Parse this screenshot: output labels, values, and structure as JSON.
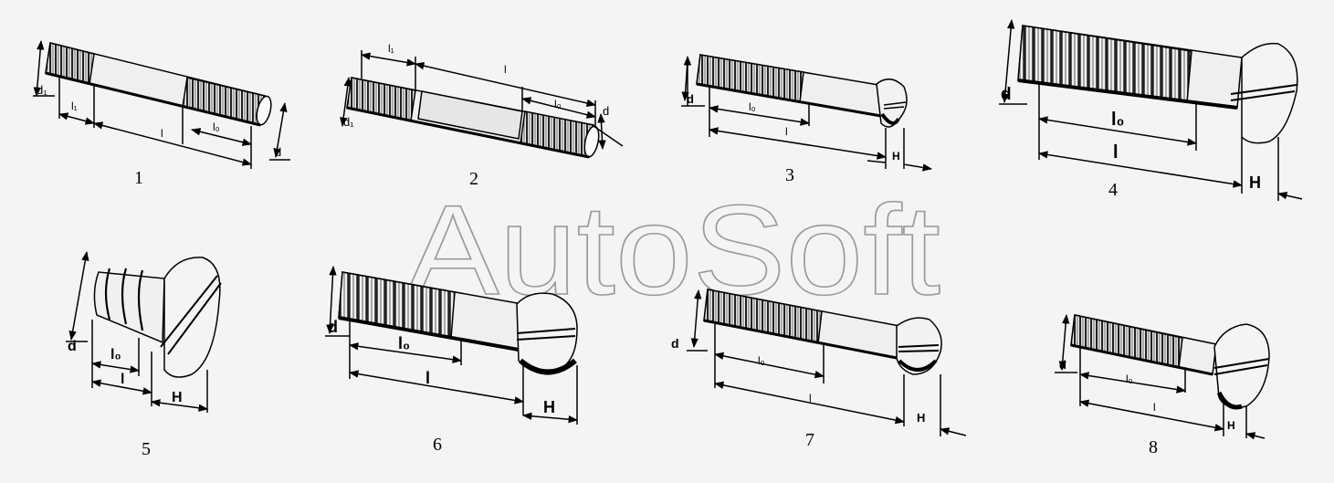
{
  "watermark": "AutoSoft",
  "figures": [
    {
      "number": "1",
      "labels": {
        "d1": "d₁",
        "l1": "l₁",
        "l0": "l₀",
        "l": "l",
        "d": "d"
      }
    },
    {
      "number": "2",
      "labels": {
        "l1": "l₁",
        "l": "l",
        "l0": "l₀",
        "d": "d",
        "d1": "d₁"
      }
    },
    {
      "number": "3",
      "labels": {
        "d": "d",
        "l0": "l₀",
        "l": "l",
        "H": "H"
      }
    },
    {
      "number": "4",
      "labels": {
        "d": "d",
        "l0": "l₀",
        "l": "l",
        "H": "H"
      }
    },
    {
      "number": "5",
      "labels": {
        "d": "d",
        "l0": "l₀",
        "l": "l",
        "H": "H"
      }
    },
    {
      "number": "6",
      "labels": {
        "d": "d",
        "l0": "l₀",
        "l": "l",
        "H": "H"
      }
    },
    {
      "number": "7",
      "labels": {
        "d": "d",
        "l0": "l₀",
        "l": "l",
        "H": "H"
      }
    },
    {
      "number": "8",
      "labels": {
        "d": "d",
        "l0": "l₀",
        "l": "l",
        "H": "H"
      }
    }
  ]
}
